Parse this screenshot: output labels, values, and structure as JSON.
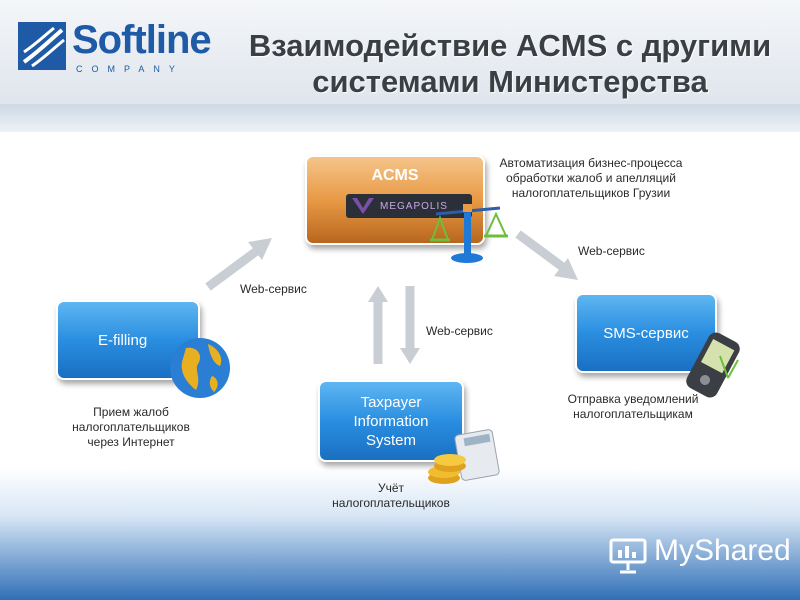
{
  "header": {
    "logo_text": "Softline",
    "logo_subtitle": "COMPANY",
    "title": "Взаимодействие ACMS с другими системами Министерства"
  },
  "nodes": {
    "acms": {
      "label": "ACMS",
      "badge": "MEGAPOLIS"
    },
    "efilling": {
      "label": "E-filling"
    },
    "sms": {
      "label": "SMS-сервис"
    },
    "taxpayer": {
      "label": "Taxpayer Information System"
    }
  },
  "captions": {
    "acms": "Автоматизация бизнес-процесса обработки жалоб и апелляций налогоплательщиков Грузии",
    "efilling": "Прием жалоб налогоплательщиков через Интернет",
    "sms": "Отправка уведомлений налогоплательщикам",
    "taxpayer": "Учёт налогоплательщиков"
  },
  "connectors": {
    "efilling_acms": "Web-сервис",
    "acms_sms": "Web-сервис",
    "acms_taxpayer": "Web-сервис"
  },
  "footer": {
    "brand": "MyShared"
  },
  "colors": {
    "blue": "#2a8ee0",
    "orange": "#e89a45",
    "brand": "#1e5aa6"
  }
}
